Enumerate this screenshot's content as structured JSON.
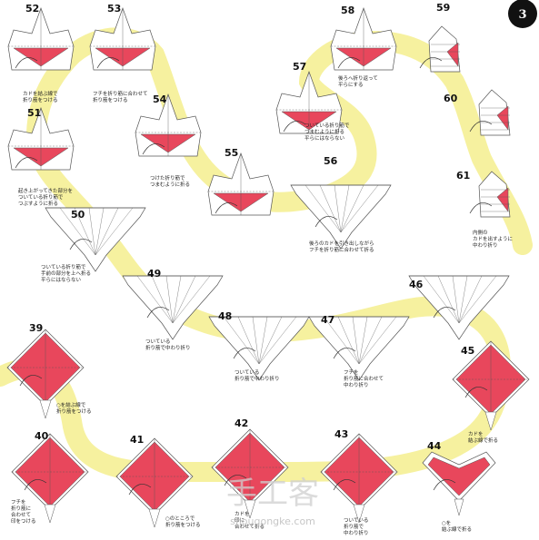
{
  "page": {
    "number": "3"
  },
  "colors": {
    "path": "#f6f09a",
    "fill": "#e8475c",
    "paper": "#ffffff",
    "line": "#555555"
  },
  "steps": [
    {
      "num": "52",
      "caption": [
        "カドを結ぶ線で",
        "折り筋をつける"
      ]
    },
    {
      "num": "53",
      "caption": [
        "フチを折り筋に合わせて",
        "折り筋をつける"
      ]
    },
    {
      "num": "54",
      "caption": [
        "つけた折り筋で",
        "つまむように折る"
      ]
    },
    {
      "num": "55",
      "caption": []
    },
    {
      "num": "56",
      "caption": [
        "後ろのカドを引き出しながら",
        "フチを折り筋に合わせて折る"
      ]
    },
    {
      "num": "57",
      "caption": [
        "ついている折り筋で",
        "つまむように折る",
        "平らにはならない"
      ]
    },
    {
      "num": "58",
      "caption": [
        "後ろへ折り返って",
        "平らにする"
      ]
    },
    {
      "num": "59",
      "caption": []
    },
    {
      "num": "60",
      "caption": []
    },
    {
      "num": "61",
      "caption": [
        "内側の",
        "カドを出すように",
        "中わり折り"
      ]
    },
    {
      "num": "51",
      "caption": [
        "起き上がってきた部分を",
        "ついている折り筋で",
        "つぶすように折る"
      ]
    },
    {
      "num": "50",
      "caption": [
        "ついている折り筋で",
        "手前の部分を上へ折る",
        "平らにはならない"
      ]
    },
    {
      "num": "49",
      "caption": [
        "ついている",
        "折り筋で中わり折り"
      ]
    },
    {
      "num": "48",
      "caption": [
        "ついている",
        "折り筋で中わり折り"
      ]
    },
    {
      "num": "47",
      "caption": [
        "フチを",
        "折り筋に合わせて",
        "中わり折り"
      ]
    },
    {
      "num": "46",
      "caption": []
    },
    {
      "num": "45",
      "caption": [
        "カドを",
        "結ぶ線で折る"
      ]
    },
    {
      "num": "39",
      "caption": [
        "○を結ぶ線で",
        "折り筋をつける"
      ]
    },
    {
      "num": "40",
      "caption": [
        "フチを",
        "折り筋に",
        "合わせて",
        "印をつける"
      ]
    },
    {
      "num": "41",
      "caption": [
        "○のところで",
        "折り筋をつける"
      ]
    },
    {
      "num": "42",
      "caption": [
        "カドを",
        "印に",
        "合わせて折る"
      ]
    },
    {
      "num": "43",
      "caption": [
        "ついている",
        "折り筋で",
        "中わり折り"
      ]
    },
    {
      "num": "44",
      "caption": [
        "○を",
        "結ぶ線で折る"
      ]
    }
  ],
  "watermark": {
    "main": "手工客",
    "sub": "shougongke.com"
  }
}
